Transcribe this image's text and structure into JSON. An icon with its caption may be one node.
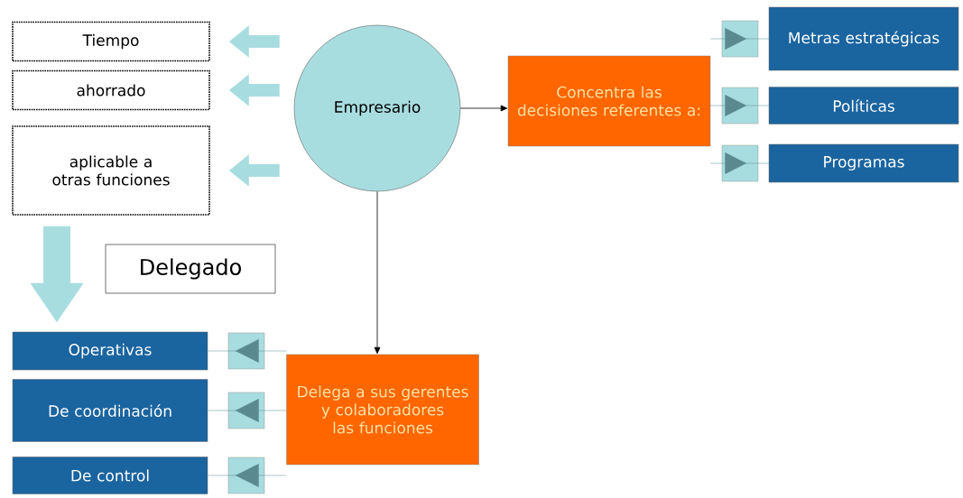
{
  "diagram": {
    "nodes": [
      {
        "text": [
          "Tiempo"
        ]
      },
      {
        "text": [
          "ahorrado"
        ]
      },
      {
        "text": [
          "aplicable a otras funciones"
        ]
      },
      {
        "text": [
          "Empresario"
        ]
      },
      {
        "text": [
          "Concentra las decisiones referentes a:"
        ]
      },
      {
        "text": [
          "Metras estratégicas"
        ]
      },
      {
        "text": [
          "Políticas"
        ]
      },
      {
        "text": [
          "Programas"
        ]
      },
      {
        "text": [
          "Delegado"
        ]
      },
      {
        "text": [
          "Delega a sus gerentes y colaboradores las funciones"
        ]
      },
      {
        "text": [
          "Operativas"
        ]
      },
      {
        "text": [
          "De coordinación"
        ]
      },
      {
        "text": [
          "De control"
        ]
      }
    ],
    "edges": [
      {
        "from": 3,
        "to": 0,
        "arrow": "to",
        "style": "thick",
        "color": "#a8dde0"
      },
      {
        "from": 3,
        "to": 1,
        "arrow": "to",
        "style": "thick",
        "color": "#a8dde0"
      },
      {
        "from": 3,
        "to": 2,
        "arrow": "to",
        "style": "thick",
        "color": "#a8dde0"
      },
      {
        "from": 3,
        "to": 4,
        "arrow": "to",
        "color": "#000000"
      },
      {
        "from": 3,
        "to": 9,
        "arrow": "to",
        "color": "#000000"
      },
      {
        "from": 4,
        "to": 5,
        "arrow": "to",
        "color": "#5a8a90"
      },
      {
        "from": 4,
        "to": 6,
        "arrow": "to",
        "color": "#5a8a90"
      },
      {
        "from": 4,
        "to": 7,
        "arrow": "to",
        "color": "#5a8a90"
      },
      {
        "from": 9,
        "to": 10,
        "arrow": "to",
        "color": "#5a8a90"
      },
      {
        "from": 9,
        "to": 11,
        "arrow": "to",
        "color": "#5a8a90"
      },
      {
        "from": 9,
        "to": 12,
        "arrow": "to",
        "color": "#5a8a90"
      },
      {
        "from": 2,
        "to": 10,
        "arrow": "to",
        "style": "thick",
        "color": "#a8dde0"
      }
    ]
  }
}
